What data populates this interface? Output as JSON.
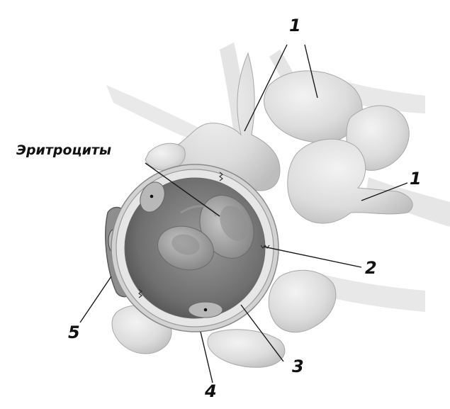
{
  "labels": {
    "erythrocytes": "Эритроциты",
    "n1_top": "1",
    "n1_right": "1",
    "n2": "2",
    "n3": "3",
    "n4": "4",
    "n5": "5"
  },
  "colors": {
    "background": "#ffffff",
    "astrocyte_foot": "#d9d9d9",
    "vessel_lumen": "#7e7e7e",
    "erythrocyte": "#a6a6a6",
    "basement_membrane": "#cfcfcf",
    "leader_line": "#1a1a1a"
  }
}
